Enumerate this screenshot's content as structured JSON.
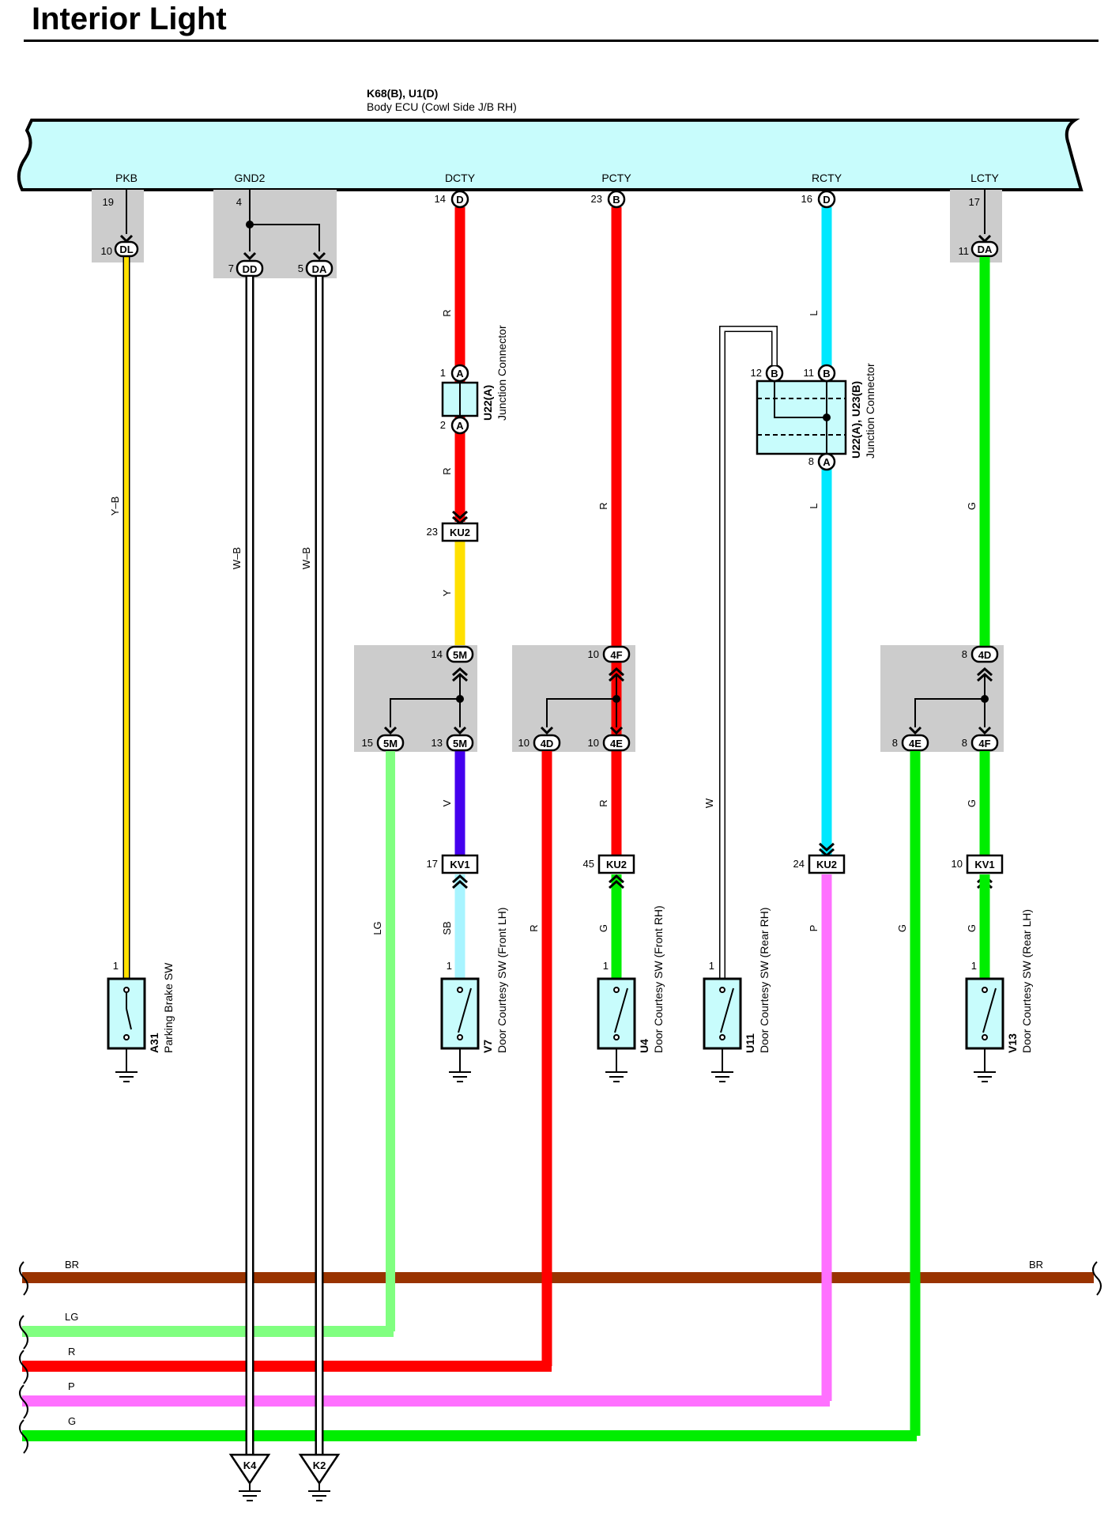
{
  "title": "Interior Light",
  "ecu": {
    "connectors": "K68(B), U1(D)",
    "name": "Body ECU (Cowl Side J/B RH)",
    "terminals": {
      "pkb": "PKB",
      "gnd2": "GND2",
      "dcty": "DCTY",
      "pcty": "PCTY",
      "rcty": "RCTY",
      "lcty": "LCTY"
    }
  },
  "pins": {
    "p19": "19",
    "p10": "10",
    "p4": "4",
    "p7": "7",
    "p5": "5",
    "p14": "14",
    "p23": "23",
    "p16": "16",
    "p17": "17",
    "p11": "11",
    "p1": "1",
    "p2": "2",
    "p12": "12",
    "p8": "8",
    "p15": "15",
    "p13": "13",
    "p45": "45",
    "p24": "24"
  },
  "connectors": {
    "D": "D",
    "B": "B",
    "A": "A",
    "DL": "DL",
    "DD": "DD",
    "DA": "DA",
    "KU2": "KU2",
    "KV1": "KV1",
    "M5": "5M",
    "F4": "4F",
    "D4": "4D",
    "E4": "4E",
    "K4": "K4",
    "K2": "K2"
  },
  "wire_colors": {
    "YB": "Y–B",
    "WB": "W–B",
    "R": "R",
    "Y": "Y",
    "V": "V",
    "SB": "SB",
    "LG": "LG",
    "G": "G",
    "L": "L",
    "P": "P",
    "W": "W",
    "BR": "BR"
  },
  "junction_a": {
    "id": "U22(A)",
    "name": "Junction Connector"
  },
  "junction_b": {
    "id": "U22(A), U23(B)",
    "name": "Junction Connector"
  },
  "switches": [
    {
      "id": "A31",
      "name": "Parking Brake SW"
    },
    {
      "id": "V7",
      "name": "Door Courtesy SW (Front LH)"
    },
    {
      "id": "U4",
      "name": "Door Courtesy SW (Front RH)"
    },
    {
      "id": "U11",
      "name": "Door Courtesy SW (Rear RH)"
    },
    {
      "id": "V13",
      "name": "Door Courtesy SW (Rear LH)"
    }
  ],
  "colors": {
    "ecu_fill": "#c8fcfc",
    "joint_fill": "#cccccc",
    "red": "#ff0000",
    "yellow": "#ffe000",
    "green": "#00ee00",
    "light_green": "#80ff80",
    "cyan": "#00e8ff",
    "violet": "#4400ee",
    "sky_blue": "#a8f4ff",
    "pink": "#ff70ff",
    "brown": "#993300"
  }
}
